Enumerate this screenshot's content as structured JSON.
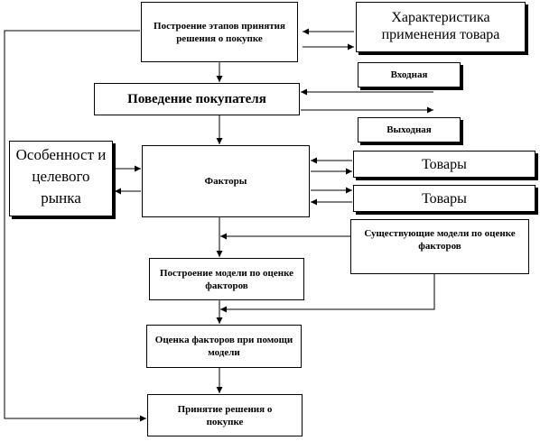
{
  "boxes": {
    "stages": "Построение этапов принятия решения о покупке",
    "characteristic": "Характеристика применения товара",
    "behavior": "Поведение покупателя",
    "input": "Входная",
    "output": "Выходная",
    "features": "Особенност и целевого рынка",
    "factors": "Факторы",
    "goods1": "Товары",
    "goods2": "Товары",
    "existing_models": "Существующие модели по оценке факторов",
    "build_model": "Построение модели по оценке факторов",
    "evaluate": "Оценка факторов при помощи модели",
    "decision": "Принятие решения о покупке"
  }
}
